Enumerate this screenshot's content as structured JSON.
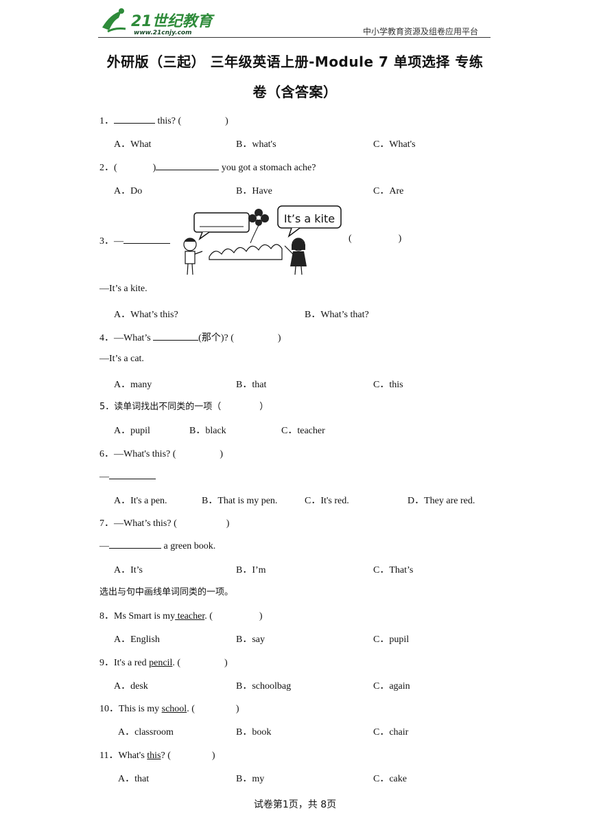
{
  "header": {
    "logo_main": "21世纪教育",
    "logo_url": "www.21cnjy.com",
    "right_text": "中小学教育资源及组卷应用平台"
  },
  "title": {
    "line1": "外研版（三起） 三年级英语上册-Module 7 单项选择 专练",
    "line2": "卷（含答案）"
  },
  "q1": {
    "num": "1．",
    "after": " this? (",
    "close": ")",
    "a": "A．What",
    "b": "B．what's",
    "c": "C．What's"
  },
  "q2": {
    "num": "2．(",
    "mid": ")",
    "after": " you got a stomach ache?",
    "a": "A．Do",
    "b": "B．Have",
    "c": "C．Are"
  },
  "q3": {
    "num": "3．—",
    "paren_open": "(",
    "paren_close": ")",
    "bubble": "It’s a kite",
    "answer": "—It’s a kite.",
    "a": "A．What’s this?",
    "b": "B．What’s that?"
  },
  "q4": {
    "num": "4．—What’s ",
    "after": "(那个)? (",
    "close": ")",
    "answer": "—It’s a cat.",
    "a": "A．many",
    "b": "B．that",
    "c": "C．this"
  },
  "q5": {
    "num": "5．读单词找出不同类的一项（",
    "close": "）",
    "a": "A．pupil",
    "b": "B．black",
    "c": "C．teacher"
  },
  "q6": {
    "num": "6．—What's this? (",
    "close": ")",
    "dash": "—",
    "a": "A．It's a pen.",
    "b": "B．That is my pen.",
    "c": "C．It's red.",
    "d": "D．They are red."
  },
  "q7": {
    "num": "7．—What’s this? (",
    "close": ")",
    "dash": "—",
    "after": " a green book.",
    "a": "A．It’s",
    "b": "B．I’m",
    "c": "C．That’s"
  },
  "section": "选出与句中画线单词同类的一项。",
  "q8": {
    "pre": "8．Ms Smart is my",
    "word": " teacher",
    "post": ". (",
    "close": ")",
    "a": "A．English",
    "b": "B．say",
    "c": "C．pupil"
  },
  "q9": {
    "pre": "9．It's a red ",
    "word": "pencil",
    "post": ". (",
    "close": ")",
    "a": "A．desk",
    "b": "B．schoolbag",
    "c": "C．again"
  },
  "q10": {
    "pre": "10．This is my ",
    "word": "school",
    "post": ". (",
    "close": ")",
    "a": "A．classroom",
    "b": "B．book",
    "c": "C．chair"
  },
  "q11": {
    "pre": "11．What's ",
    "word": "this",
    "post": "?  (",
    "close": ")",
    "a": "A．that",
    "b": "B．my",
    "c": "C．cake"
  },
  "footer": "试卷第1页，共 8页",
  "colors": {
    "logo_green": "#2e8b3a",
    "logo_dark": "#1a4a2a"
  }
}
